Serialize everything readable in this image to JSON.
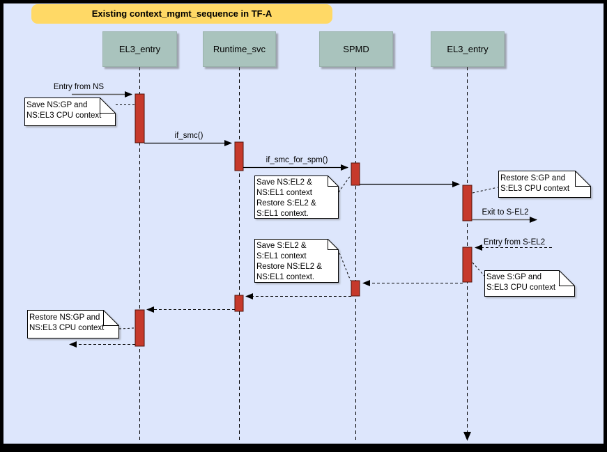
{
  "title": "Existing context_mgmt_sequence in TF-A",
  "actors": [
    {
      "label": "EL3_entry"
    },
    {
      "label": "Runtime_svc"
    },
    {
      "label": "SPMD"
    },
    {
      "label": "EL3_entry"
    }
  ],
  "messages": [
    {
      "label": "Entry from NS"
    },
    {
      "label": "if_smc()"
    },
    {
      "label": "if_smc_for_spm()"
    },
    {
      "label": "Exit to S-EL2"
    },
    {
      "label": "Entry from S-EL2"
    }
  ],
  "notes": [
    {
      "text": "Save NS:GP and\nNS:EL3 CPU context"
    },
    {
      "text": "Save NS:EL2 &\nNS:EL1 context\nRestore S:EL2 &\nS:EL1 context."
    },
    {
      "text": "Restore S:GP and\nS:EL3 CPU context"
    },
    {
      "text": "Save S:EL2 &\nS:EL1 context\nRestore NS:EL2 &\nNS:EL1 context."
    },
    {
      "text": "Save S:GP and\nS:EL3 CPU context"
    },
    {
      "text": "Restore NS:GP and\nNS:EL3 CPU context"
    }
  ],
  "colors": {
    "background": "#dde6fc",
    "frame": "#000000",
    "title_fill": "#ffd966",
    "actor_fill": "#a9c3bd",
    "activation_fill": "#c6392b",
    "note_fill": "#ffffff"
  }
}
